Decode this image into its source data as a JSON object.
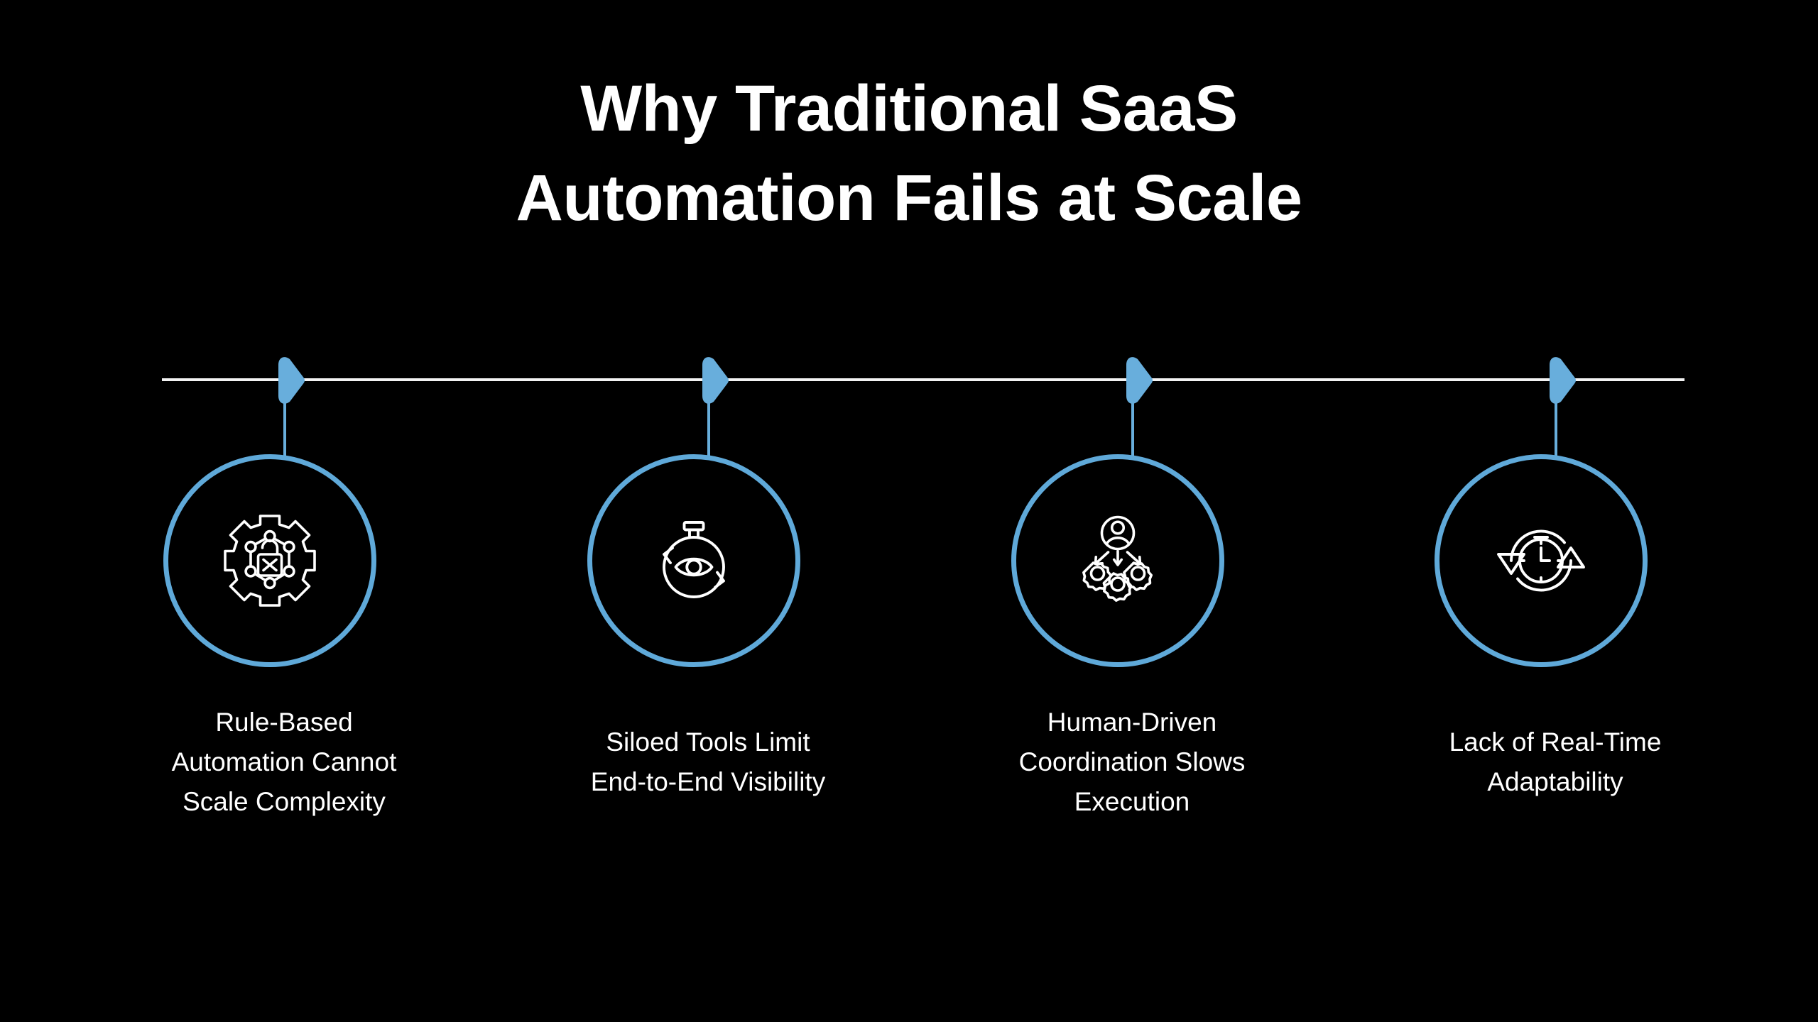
{
  "slide": {
    "background_color": "#000000",
    "accent_color": "#5FA9D9",
    "line_color": "#F2F2F2",
    "text_color": "#FFFFFF",
    "title": {
      "line1": "Why Traditional SaaS",
      "line2": "Automation Fails at Scale"
    },
    "timeline": {
      "axis_label": "horizontal-timeline-axis",
      "marker_count": 4
    },
    "nodes": [
      {
        "index": "1",
        "icon_name": "gear-network-lock-x-icon",
        "caption_line1": "Rule-Based",
        "caption_line2": "Automation Cannot",
        "caption_line3": "Scale Complexity"
      },
      {
        "index": "2",
        "icon_name": "stopwatch-eye-refresh-icon",
        "caption_line1": "Siloed Tools Limit",
        "caption_line2": "End-to-End Visibility",
        "caption_line3": ""
      },
      {
        "index": "3",
        "icon_name": "person-to-gears-arrows-icon",
        "caption_line1": "Human-Driven",
        "caption_line2": "Coordination Slows",
        "caption_line3": "Execution"
      },
      {
        "index": "4",
        "icon_name": "clock-refresh-cycle-icon",
        "caption_line1": "Lack of Real-Time",
        "caption_line2": "Adaptability",
        "caption_line3": ""
      }
    ]
  }
}
